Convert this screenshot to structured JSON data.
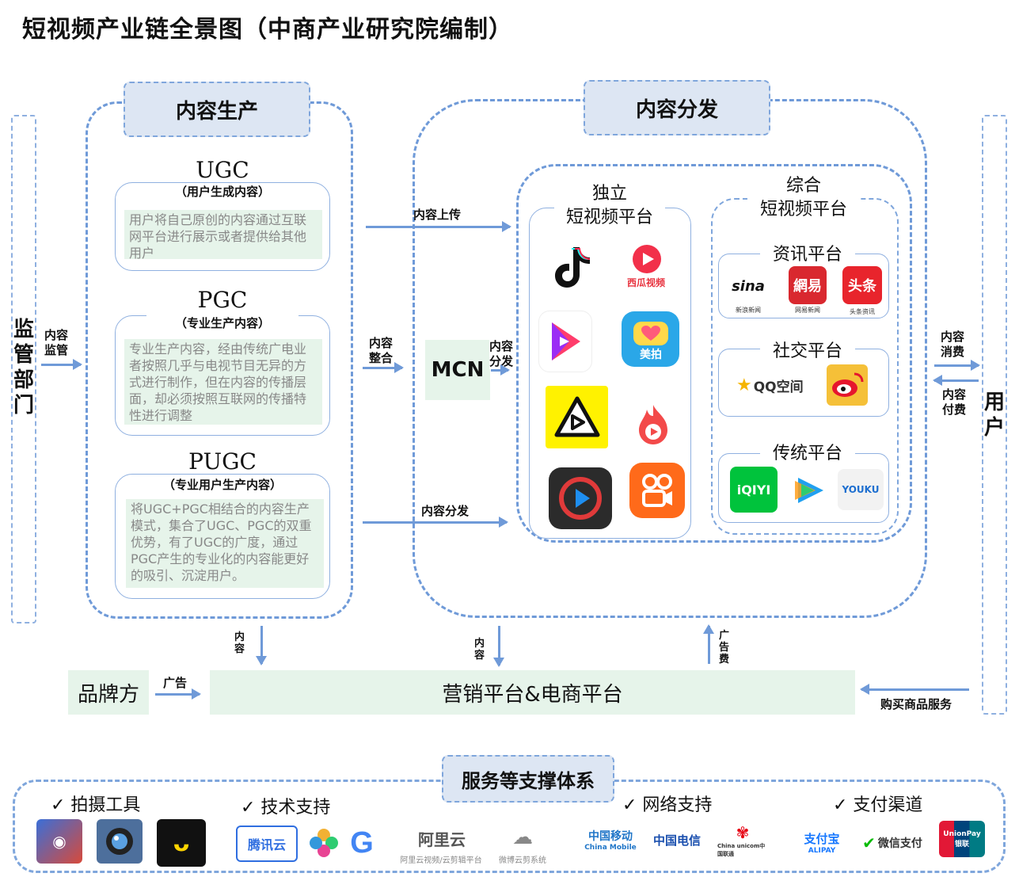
{
  "title": "短视频产业链全景图（中商产业研究院编制）",
  "left_entity": "监管部门",
  "right_entity": "用户",
  "sections": {
    "production": "内容生产",
    "distribution": "内容分发"
  },
  "production": {
    "ugc": {
      "name": "UGC",
      "sub": "（用户生成内容）",
      "desc": "用户将自己原创的内容通过互联网平台进行展示或者提供给其他用户"
    },
    "pgc": {
      "name": "PGC",
      "sub": "（专业生产内容）",
      "desc": "专业生产内容，经由传统广电业者按照几乎与电视节目无异的方式进行制作，但在内容的传播层面，却必须按照互联网的传播特性进行调整"
    },
    "pugc": {
      "name": "PUGC",
      "sub": "（专业用户生产内容）",
      "desc": "将UGC+PGC相结合的内容生产模式，集合了UGC、PGC的双重优势，有了UGC的广度，通过PGC产生的专业化的内容能更好的吸引、沉淀用户。"
    }
  },
  "arrows": {
    "supervision": "内容监管",
    "upload": "内容上传",
    "integrate": "内容整合",
    "distribute_mcn": "内容分发",
    "distribute": "内容分发",
    "consume": "内容消费",
    "pay": "内容付费",
    "content_down1": "内容",
    "content_down2": "内容",
    "ad_fee": "广告费",
    "ad": "广告",
    "buy": "购买商品服务"
  },
  "mcn": "MCN",
  "independent": {
    "title": "独立\n短视频平台",
    "apps": [
      {
        "name": "tiktok-icon",
        "label": "♪",
        "bg": "#111111",
        "fg": "#ff2b55"
      },
      {
        "name": "xigua-icon",
        "label": "▶",
        "bg": "#ffffff",
        "fg": "#f2304a",
        "cap": "西瓜视频"
      },
      {
        "name": "haokan-icon",
        "label": "▶",
        "bg": "#ffffff",
        "fg": "#ff5a2b"
      },
      {
        "name": "meipai-icon",
        "label": "美拍",
        "bg": "#2aa7e8",
        "fg": "#ffffff"
      },
      {
        "name": "weishi-icon",
        "label": "▷",
        "bg": "#fff200",
        "fg": "#111111"
      },
      {
        "name": "huoshan-icon",
        "label": "▶",
        "bg": "#ffffff",
        "fg": "#f2405a"
      },
      {
        "name": "player-icon",
        "label": "▶",
        "bg": "#2b2b2b",
        "fg": "#1e8ef0"
      },
      {
        "name": "kuaishou-icon",
        "label": "◎",
        "bg": "#ff6a1a",
        "fg": "#ffffff"
      }
    ]
  },
  "composite": {
    "title": "综合\n短视频平台",
    "news": {
      "title": "资讯平台",
      "items": [
        {
          "name": "sina-icon",
          "label": "sina",
          "cap": "新浪新闻",
          "bg": "#ffffff",
          "fg": "#111111"
        },
        {
          "name": "netease-icon",
          "label": "網易",
          "cap": "网易新闻",
          "bg": "#d9282f",
          "fg": "#ffffff"
        },
        {
          "name": "toutiao-icon",
          "label": "头条",
          "cap": "头条资讯",
          "bg": "#e8242c",
          "fg": "#ffffff"
        }
      ]
    },
    "social": {
      "title": "社交平台",
      "items": [
        {
          "name": "qzone-icon",
          "label": "QQ空间",
          "bg": "#ffffff",
          "fg": "#333333"
        },
        {
          "name": "weibo-icon",
          "label": "◉",
          "bg": "#f5c038",
          "fg": "#e6162d"
        }
      ]
    },
    "traditional": {
      "title": "传统平台",
      "items": [
        {
          "name": "iqiyi-icon",
          "label": "iQIYI",
          "bg": "#00c33c",
          "fg": "#ffffff"
        },
        {
          "name": "tencent-video-icon",
          "label": "▶",
          "bg": "#ffffff",
          "fg": "#20a0f0"
        },
        {
          "name": "youku-icon",
          "label": "YOUKU",
          "bg": "#f2f2f2",
          "fg": "#1e6fd0"
        }
      ]
    }
  },
  "brand": "品牌方",
  "marketing": "营销平台&电商平台",
  "support": {
    "title": "服务等支撑体系",
    "groups": [
      {
        "label": "✓  拍摄工具"
      },
      {
        "label": "✓  技术支持"
      },
      {
        "label": "✓  网络支持"
      },
      {
        "label": "✓  支付渠道"
      }
    ],
    "logos": {
      "tencent_cloud": "腾讯云",
      "aliyun": "阿里云",
      "aliyun_cap": "阿里云视频/云剪辑平台",
      "weibo_cloud_cap": "微博云剪系统",
      "china_mobile": "中国移动",
      "china_mobile_en": "China Mobile",
      "china_telecom": "中国电信",
      "china_unicom": "China unicom中国联通",
      "alipay": "支付宝",
      "alipay_en": "ALIPAY",
      "wechat_pay": "微信支付",
      "unionpay": "UnionPay 银联"
    }
  }
}
